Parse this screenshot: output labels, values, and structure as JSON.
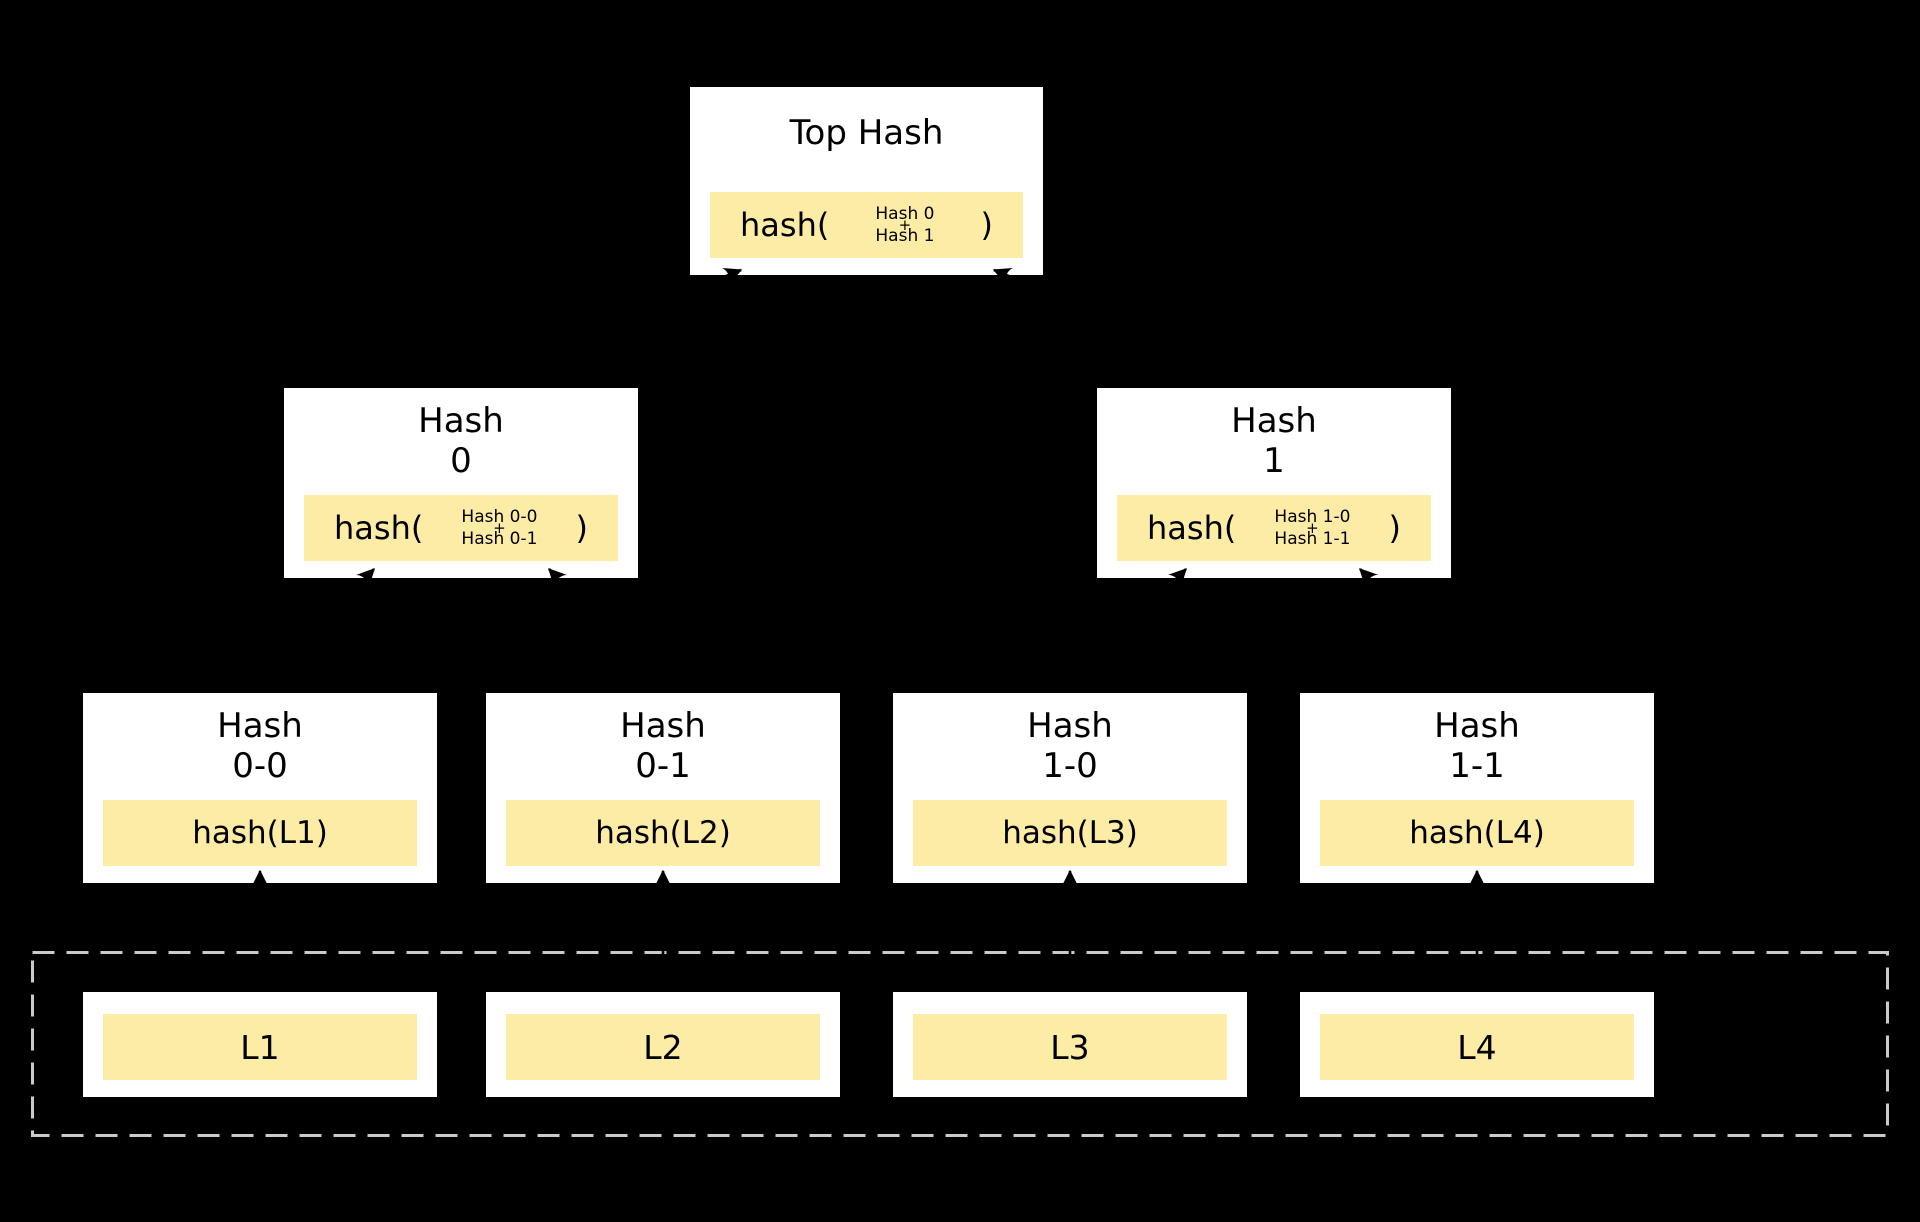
{
  "diagram": {
    "formula_prefix": "hash(",
    "formula_plus": "+",
    "formula_suffix": ")",
    "root": {
      "title": "Top Hash",
      "arg1": "Hash 0",
      "arg2": "Hash 1"
    },
    "internal": [
      {
        "title_line1": "Hash",
        "title_line2": "0",
        "arg1": "Hash 0-0",
        "arg2": "Hash 0-1"
      },
      {
        "title_line1": "Hash",
        "title_line2": "1",
        "arg1": "Hash 1-0",
        "arg2": "Hash 1-1"
      }
    ],
    "leaves": [
      {
        "title_line1": "Hash",
        "title_line2": "0-0",
        "label": "hash(L1)"
      },
      {
        "title_line1": "Hash",
        "title_line2": "0-1",
        "label": "hash(L2)"
      },
      {
        "title_line1": "Hash",
        "title_line2": "1-0",
        "label": "hash(L3)"
      },
      {
        "title_line1": "Hash",
        "title_line2": "1-1",
        "label": "hash(L4)"
      }
    ],
    "data_blocks": [
      {
        "label": "L1"
      },
      {
        "label": "L2"
      },
      {
        "label": "L3"
      },
      {
        "label": "L4"
      }
    ],
    "colors": {
      "background": "#000000",
      "node_fill": "#FFFFFF",
      "highlight_fill": "#FDECA6",
      "text": "#000000",
      "dashed_border": "#CACACA",
      "arrow": "#000000"
    }
  }
}
